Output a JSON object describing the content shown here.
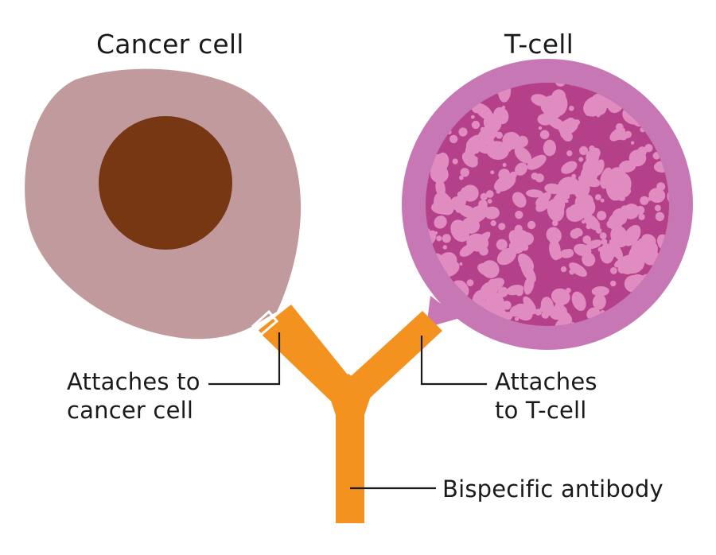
{
  "labels": {
    "cancer_cell": "Cancer cell",
    "t_cell": "T-cell",
    "attach_cancer_line1": "Attaches to",
    "attach_cancer_line2": "cancer cell",
    "attach_tcell_line1": "Attaches",
    "attach_tcell_line2": "to T-cell",
    "antibody": "Bispecific antibody"
  },
  "colors": {
    "cancer_cytoplasm": "#c09a9d",
    "cancer_nucleus": "#763712",
    "tcell_membrane": "#c777b4",
    "tcell_interior": "#b5408a",
    "tcell_granules": "#e08cc0",
    "antibody": "#f4921f",
    "leader_line": "#1a1a1a"
  }
}
